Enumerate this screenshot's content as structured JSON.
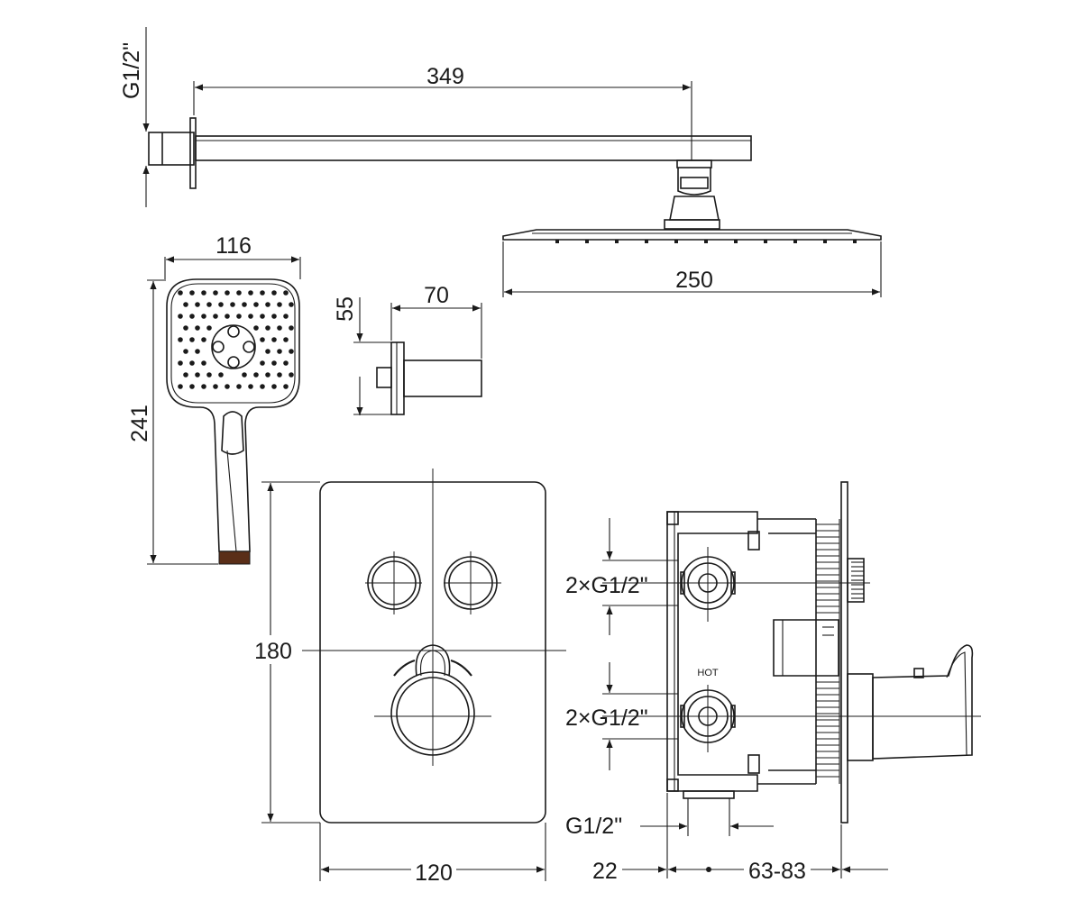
{
  "dimensions": {
    "pipe_thread": "G1/2\"",
    "arm_length": "349",
    "head_width": "250",
    "hand_width": "116",
    "hand_length": "241",
    "holder_height": "55",
    "holder_depth": "70",
    "plate_height": "180",
    "plate_width": "120",
    "outlet_thread_top": "2×G1/2\"",
    "outlet_thread_bottom": "2×G1/2\"",
    "inlet_thread": "G1/2\"",
    "wall_offset": "22",
    "depth_range": "63-83"
  },
  "labels": {
    "hot": "HOT"
  }
}
